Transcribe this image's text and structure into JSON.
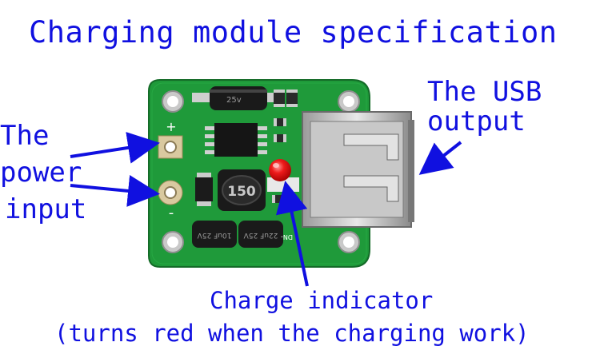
{
  "title": "Charging module specification",
  "labels": {
    "power_input": [
      "The",
      "power",
      "input"
    ],
    "usb_output": [
      "The USB",
      "output"
    ],
    "charge_indicator": "Charge indicator",
    "charge_indicator_note": "(turns red when the charging work)"
  },
  "board_markings": {
    "plus": "+",
    "minus": "-",
    "inductor": "150",
    "cap_top": "25v",
    "cap_bottom_a": "10uF 25V",
    "cap_bottom_b": "22uF 25V",
    "edge_mark": "DN-"
  },
  "colors": {
    "text": "#1010e0",
    "arrow": "#1010e0",
    "pcb": "#1f9a3a",
    "led": "#e01010"
  }
}
